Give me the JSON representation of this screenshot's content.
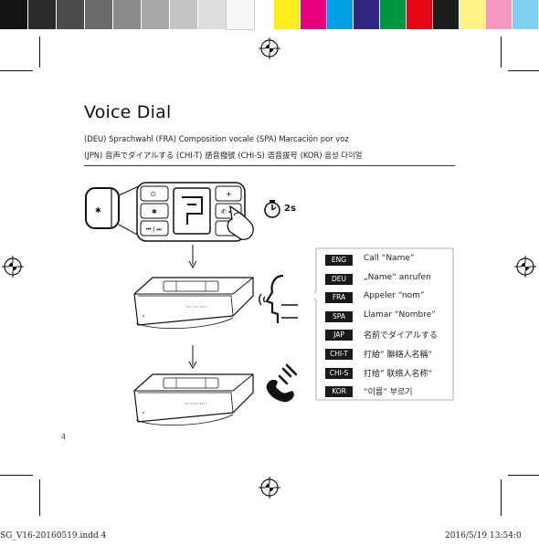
{
  "color_bar": {
    "swatches": [
      "#141414",
      "#2b2b2b",
      "#4a4a4a",
      "#6a6a6a",
      "#8a8a8a",
      "#a8a8a8",
      "#c4c4c4",
      "#dedede",
      "#f7f7f7",
      "#fcee21",
      "#e6007e",
      "#009fe3",
      "#312783",
      "#009640",
      "#e30613",
      "#1d1d1b",
      "#fff385",
      "#f49ac1",
      "#7fd0f5"
    ]
  },
  "page": {
    "title": "Voice Dial",
    "subtitle_line1": "(DEU) Sprachwahl   (FRA) Composition vocale   (SPA) Marcación por voz",
    "subtitle_line2": "(JPN) 音声でダイアルする   (CHI-T) 語音撥號   (CHI-S) 语音拔号   (KOR) 음성 다이얼",
    "hold_duration": "2s",
    "page_number": "4"
  },
  "languages": [
    {
      "tag": "ENG",
      "text": "Call “Name”"
    },
    {
      "tag": "DEU",
      "text": "„Name“ anrufen"
    },
    {
      "tag": "FRA",
      "text": "Appeler “nom”"
    },
    {
      "tag": "SPA",
      "text": "Llamar “Nombre”"
    },
    {
      "tag": "JAP",
      "text": "名前でダイアルする"
    },
    {
      "tag": "CHI-T",
      "text": "打給” 聯絡人名稱”"
    },
    {
      "tag": "CHI-S",
      "text": "打给” 联络人名称”"
    },
    {
      "tag": "KOR",
      "text": "“이름” 부르기"
    }
  ],
  "footer": {
    "left": "SG_V16-20160519.indd   4",
    "right": "2016/5/19   13:54:0"
  }
}
